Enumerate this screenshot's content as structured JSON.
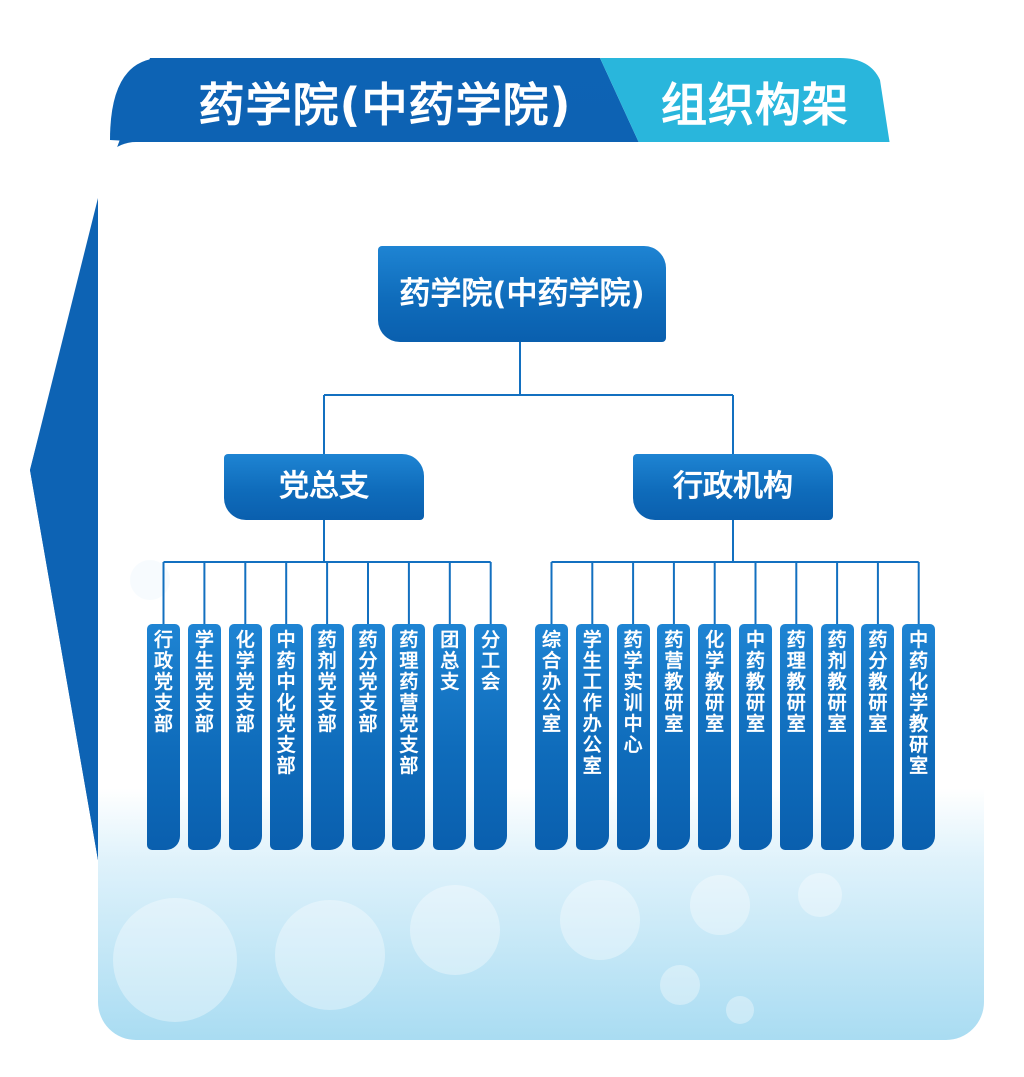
{
  "header": {
    "title": "药学院(中药学院)",
    "subtitle": "组织构架"
  },
  "colors": {
    "primary": "#0f6cbb",
    "accent": "#29b6dc",
    "line": "#1370c0"
  },
  "org": {
    "root": "药学院(中药学院)",
    "branches": [
      {
        "label": "党总支",
        "children": [
          "行政党支部",
          "学生党支部",
          "化学党支部",
          "中药中化党支部",
          "药剂党支部",
          "药分党支部",
          "药理药营党支部",
          "团总支",
          "分工会"
        ]
      },
      {
        "label": "行政机构",
        "children": [
          "综合办公室",
          "学生工作办公室",
          "药学实训中心",
          "药营教研室",
          "化学教研室",
          "中药教研室",
          "药理教研室",
          "药剂教研室",
          "药分教研室",
          "中药化学教研室"
        ]
      }
    ]
  }
}
